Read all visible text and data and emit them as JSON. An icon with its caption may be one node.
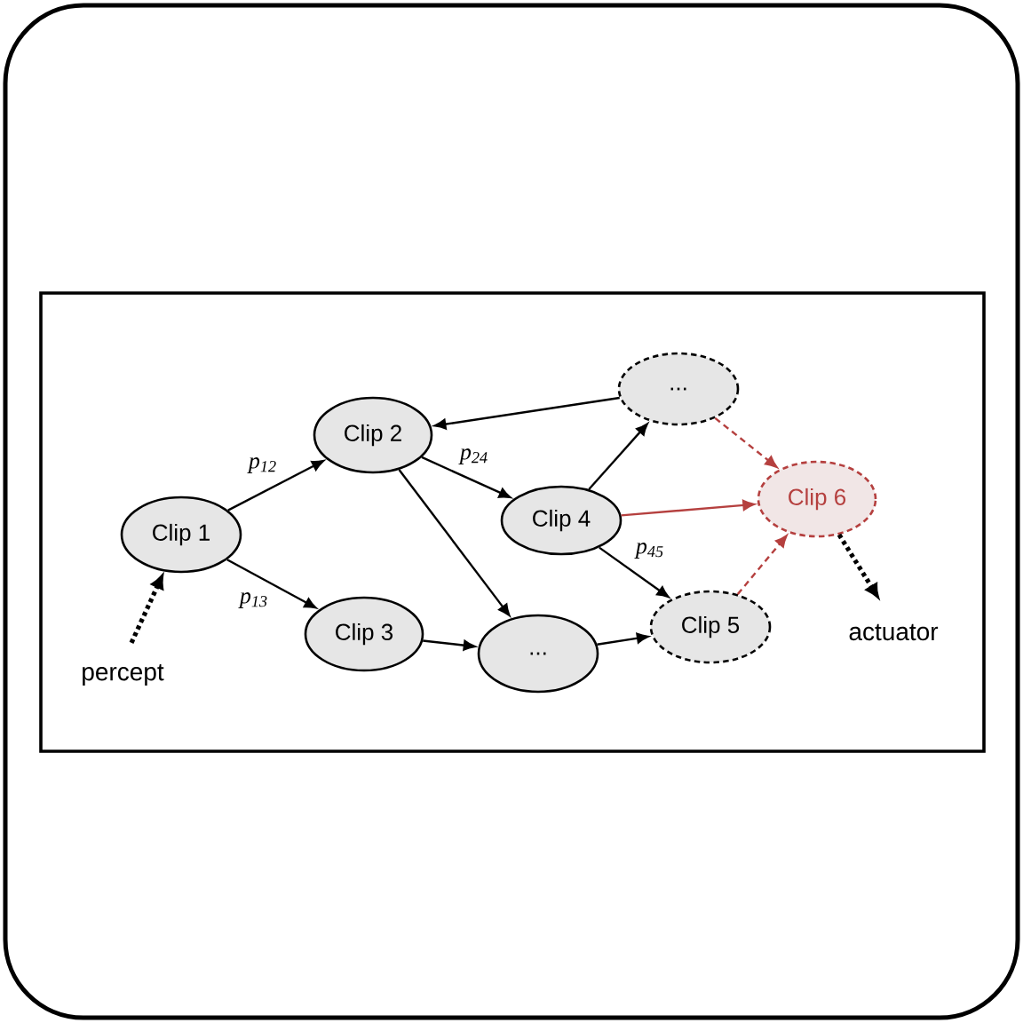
{
  "diagram": {
    "nodes": [
      {
        "text": [
          "percept"
        ]
      },
      {
        "text": [
          "Clip 1"
        ]
      },
      {
        "text": [
          "Clip 2"
        ]
      },
      {
        "text": [
          "Clip 3"
        ]
      },
      {
        "text": [
          "Clip 4"
        ]
      },
      {
        "text": [
          "..."
        ]
      },
      {
        "text": [
          "..."
        ]
      },
      {
        "text": [
          "Clip 5"
        ]
      },
      {
        "text": [
          "Clip 6"
        ]
      },
      {
        "text": [
          "actuator"
        ]
      }
    ],
    "edges": [
      {
        "from": 0,
        "to": 1,
        "arrow": "to",
        "style": "dashed"
      },
      {
        "from": 1,
        "to": 2,
        "arrow": "to",
        "label": "p$_{12}$"
      },
      {
        "from": 1,
        "to": 3,
        "arrow": "to",
        "label": "p$_{13}$"
      },
      {
        "from": 2,
        "to": 4,
        "arrow": "to",
        "label": "p$_{24}$"
      },
      {
        "from": 2,
        "to": 6,
        "arrow": "to"
      },
      {
        "from": 3,
        "to": 6,
        "arrow": "to"
      },
      {
        "from": 5,
        "to": 2,
        "arrow": "to"
      },
      {
        "from": 4,
        "to": 5,
        "arrow": "to"
      },
      {
        "from": 4,
        "to": 8,
        "arrow": "to",
        "color": "#b5403f"
      },
      {
        "from": 4,
        "to": 7,
        "arrow": "to",
        "label": "p$_{45}$"
      },
      {
        "from": 6,
        "to": 7,
        "arrow": "to"
      },
      {
        "from": 5,
        "to": 8,
        "arrow": "to",
        "style": "dashed",
        "color": "#b5403f"
      },
      {
        "from": 7,
        "to": 8,
        "arrow": "to",
        "style": "dashed",
        "color": "#b5403f"
      },
      {
        "from": 8,
        "to": 9,
        "arrow": "to",
        "style": "dashed"
      }
    ]
  }
}
